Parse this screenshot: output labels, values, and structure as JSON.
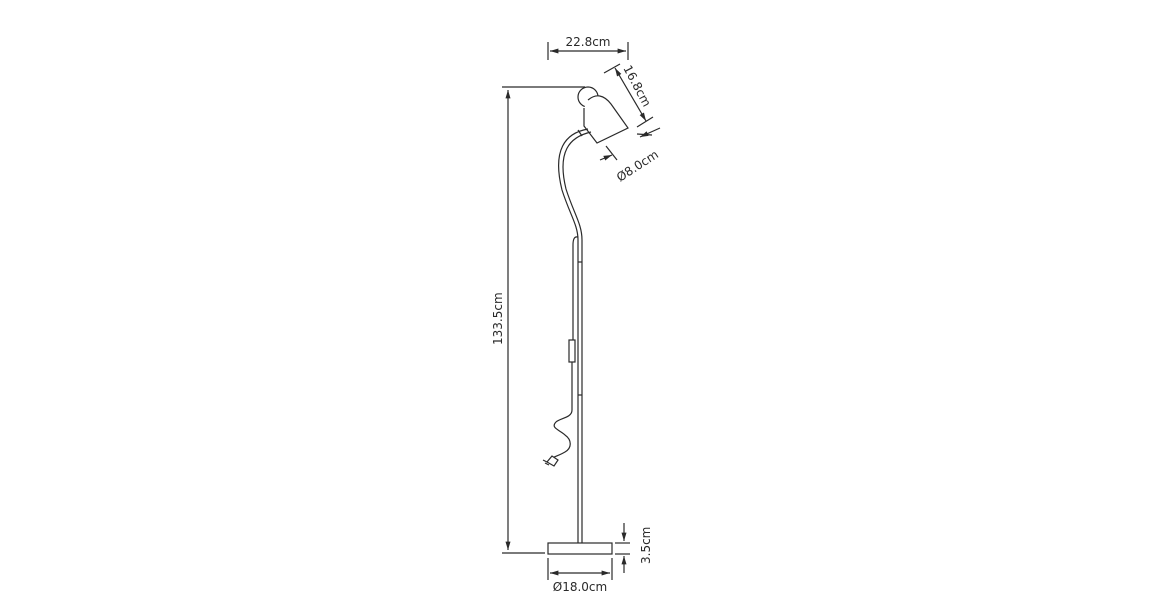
{
  "diagram": {
    "subject": "Floor lamp dimension drawing",
    "dimensions": {
      "shade_width": "22.8cm",
      "shade_length": "16.8cm",
      "shade_diameter": "Ø8.0cm",
      "total_height": "133.5cm",
      "base_height": "3.5cm",
      "base_diameter": "Ø18.0cm"
    },
    "colors": {
      "line": "#2a2a2a",
      "background": "#ffffff"
    }
  }
}
